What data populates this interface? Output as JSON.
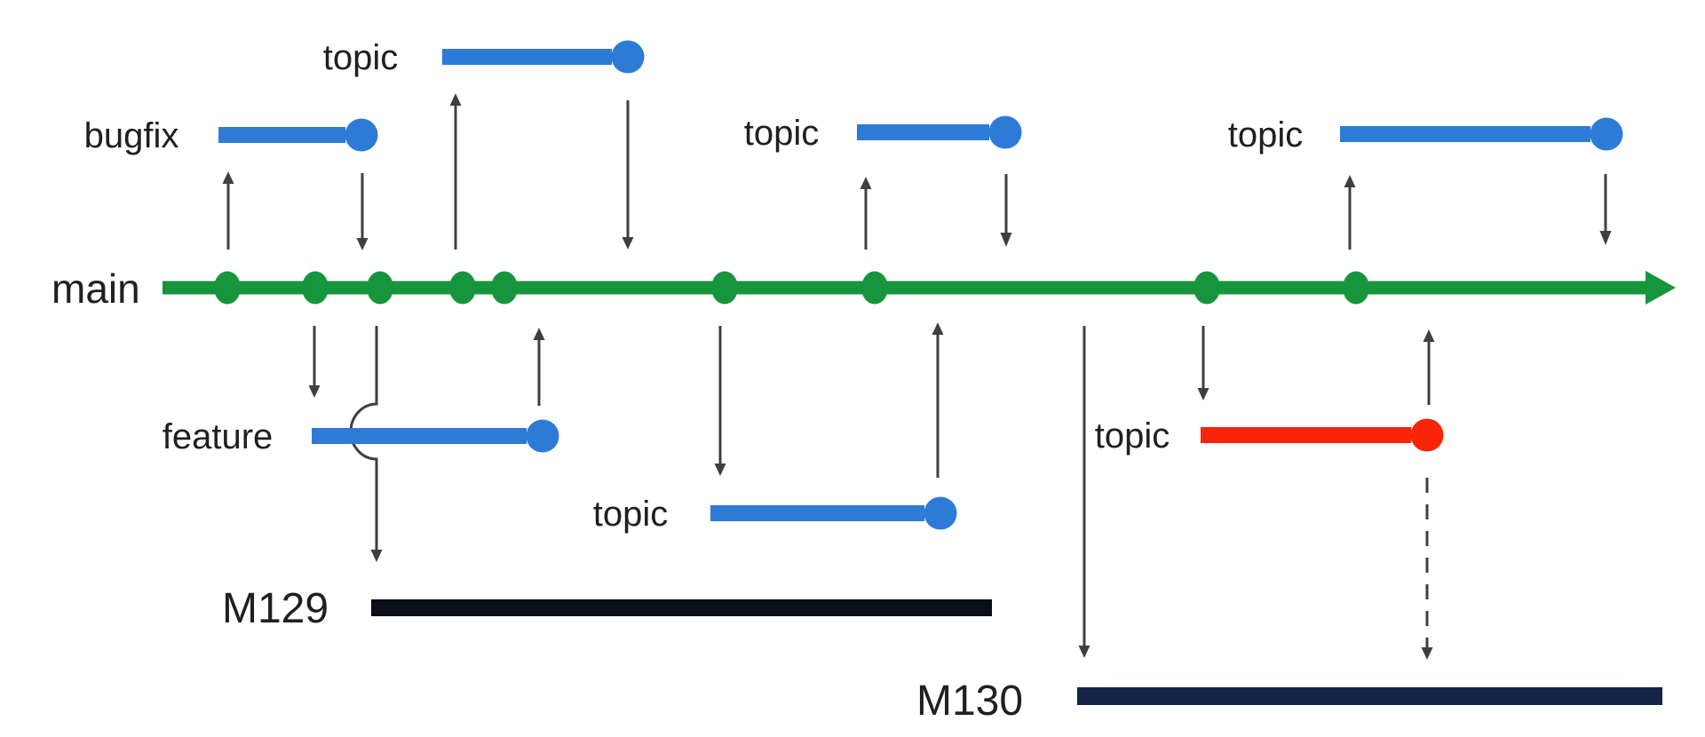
{
  "diagram": {
    "type": "git-branching-release-flow",
    "main_branch": {
      "label": "main",
      "commit_count": 9
    },
    "branches": [
      {
        "id": "bugfix",
        "label": "bugfix",
        "color": "#2d7bd6",
        "row": "above-main"
      },
      {
        "id": "topic-upper",
        "label": "topic",
        "color": "#2d7bd6",
        "row": "top"
      },
      {
        "id": "topic-mid-top",
        "label": "topic",
        "color": "#2d7bd6",
        "row": "above-main"
      },
      {
        "id": "topic-top-right",
        "label": "topic",
        "color": "#2d7bd6",
        "row": "above-main"
      },
      {
        "id": "feature",
        "label": "feature",
        "color": "#2d7bd6",
        "row": "below-main"
      },
      {
        "id": "topic-bottom",
        "label": "topic",
        "color": "#2d7bd6",
        "row": "lower"
      },
      {
        "id": "topic-hotfix",
        "label": "topic",
        "color": "#f92409",
        "row": "below-main"
      }
    ],
    "milestones": [
      {
        "id": "m129",
        "label": "M129",
        "bar_color": "#0a0e16"
      },
      {
        "id": "m130",
        "label": "M130",
        "bar_color": "#132448"
      }
    ],
    "colors": {
      "main_line_green": "#17953d",
      "branch_blue": "#2d7bd6",
      "hotfix_red": "#f92409",
      "arrow_gray": "#3f3f3f",
      "label_text": "#202020",
      "m129_bar": "#0a0e16",
      "m130_bar": "#132448",
      "background": "#ffffff"
    }
  }
}
